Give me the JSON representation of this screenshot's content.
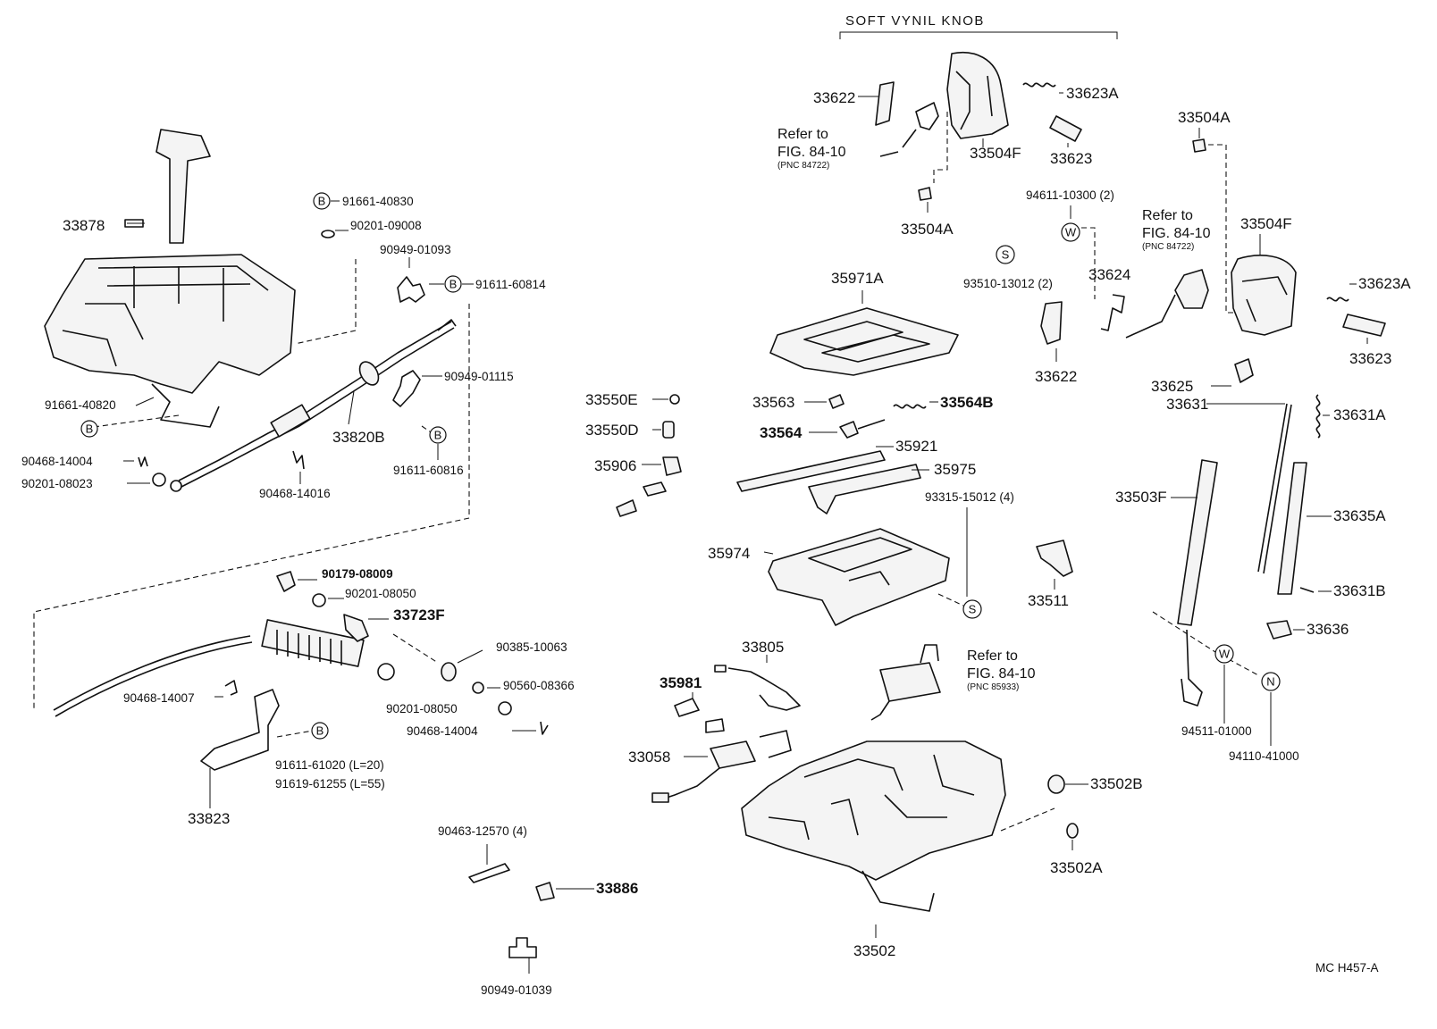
{
  "header": {
    "knob_group_title": "SOFT VYNIL KNOB",
    "figure_code": "MC  H457-A"
  },
  "refs": {
    "ref_a": {
      "line1": "Refer to",
      "line2": "FIG. 84-10",
      "line3": "(PNC 84722)"
    },
    "ref_b": {
      "line1": "Refer to",
      "line2": "FIG. 84-10",
      "line3": "(PNC 84722)"
    },
    "ref_c": {
      "line1": "Refer to",
      "line2": "FIG. 84-10",
      "line3": "(PNC 85933)"
    }
  },
  "symbols": {
    "b": "B",
    "s": "S",
    "w": "W",
    "n": "N"
  },
  "parts": {
    "p33878": "33878",
    "p91661_40830": "91661-40830",
    "p90201_09008": "90201-09008",
    "p90949_01093": "90949-01093",
    "p91611_60814": "91611-60814",
    "p90949_01115": "90949-01115",
    "p91661_40820": "91661-40820",
    "p33820B": "33820B",
    "p90468_14004_a": "90468-14004",
    "p90201_08023": "90201-08023",
    "p90468_14016": "90468-14016",
    "p91611_60816": "91611-60816",
    "p90179_08009": "90179-08009",
    "p90201_08050_a": "90201-08050",
    "p33723F": "33723F",
    "p90385_10063": "90385-10063",
    "p90560_08366": "90560-08366",
    "p90201_08050_b": "90201-08050",
    "p90468_14004_b": "90468-14004",
    "p90468_14007": "90468-14007",
    "p91611_61020": "91611-61020 (L=20)",
    "p91619_61255": "91619-61255 (L=55)",
    "p33823": "33823",
    "p90463_12570": "90463-12570 (4)",
    "p33886": "33886",
    "p90949_01039": "90949-01039",
    "p33622_a": "33622",
    "p33623A_a": "33623A",
    "p33504F_a": "33504F",
    "p33623_a": "33623",
    "p33504A_a": "33504A",
    "p33504A_b": "33504A",
    "p94611_10300": "94611-10300 (2)",
    "p33504F_b": "33504F",
    "p33623A_b": "33623A",
    "p33623_b": "33623",
    "p35971A": "35971A",
    "p93510_13012": "93510-13012 (2)",
    "p33624": "33624",
    "p33622_b": "33622",
    "p33625": "33625",
    "p33631": "33631",
    "p33631A": "33631A",
    "p33550E": "33550E",
    "p33550D": "33550D",
    "p35906": "35906",
    "p33563": "33563",
    "p33564B": "33564B",
    "p33564": "33564",
    "p35921": "35921",
    "p35975": "35975",
    "p93315_15012": "93315-15012 (4)",
    "p33503F": "33503F",
    "p33635A": "33635A",
    "p35974": "35974",
    "p33511": "33511",
    "p33631B": "33631B",
    "p33636": "33636",
    "p33805": "33805",
    "p35981": "35981",
    "p33058": "33058",
    "p94511_01000": "94511-01000",
    "p94110_41000": "94110-41000",
    "p33502B": "33502B",
    "p33502A": "33502A",
    "p33502": "33502"
  }
}
